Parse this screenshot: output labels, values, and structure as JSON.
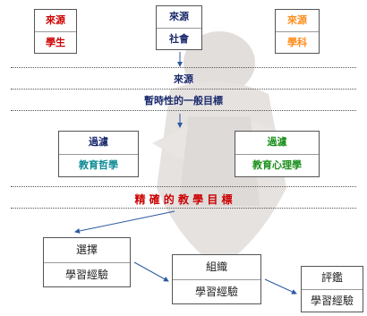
{
  "colors": {
    "red": "#cc0000",
    "orange": "#ff8c1a",
    "navy": "#1a2a6c",
    "teal": "#0e8a96",
    "green": "#1a8f1a",
    "arrow": "#2a5aa0"
  },
  "sources": {
    "student": {
      "top": "來源",
      "bottom": "學生"
    },
    "society": {
      "top": "來源",
      "bottom": "社會"
    },
    "subject": {
      "top": "來源",
      "bottom": "學科"
    }
  },
  "source_label": "來源",
  "temporary_goal": "暫時性的一般目標",
  "filters": {
    "philosophy": {
      "top": "過濾",
      "bottom": "教育哲學"
    },
    "psychology": {
      "top": "過濾",
      "bottom": "教育心理學"
    }
  },
  "precise_goal": "精 確 的 教 學 目 標",
  "steps": {
    "select": {
      "top": "選擇",
      "bottom": "學習經驗"
    },
    "organize": {
      "top": "組織",
      "bottom": "學習經驗"
    },
    "evaluate": {
      "top": "評鑑",
      "bottom": "學習經驗"
    }
  }
}
